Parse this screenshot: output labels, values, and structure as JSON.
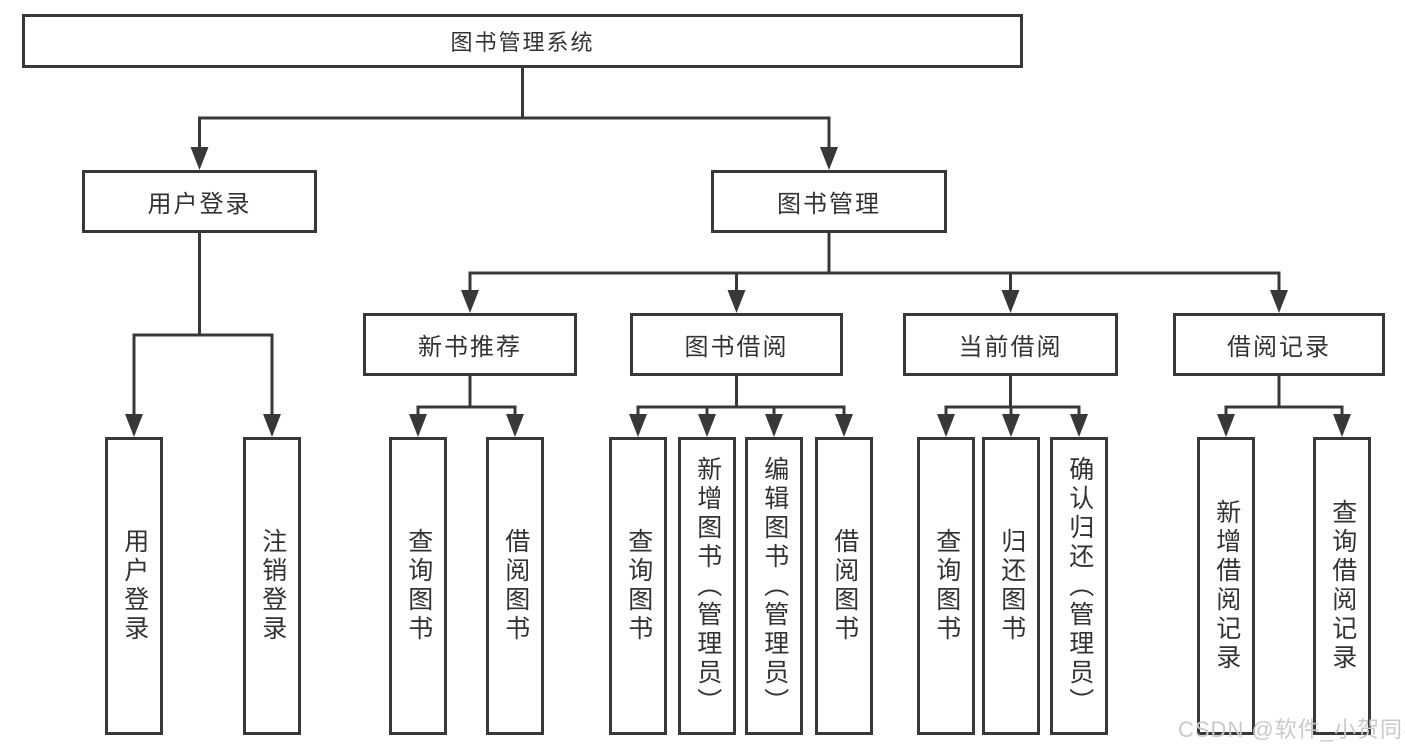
{
  "tree": {
    "label": "图书管理系统",
    "children": [
      {
        "label": "用户登录",
        "children": [
          {
            "label": "用户登录"
          },
          {
            "label": "注销登录"
          }
        ]
      },
      {
        "label": "图书管理",
        "children": [
          {
            "label": "新书推荐",
            "children": [
              {
                "label": "查询图书"
              },
              {
                "label": "借阅图书"
              }
            ]
          },
          {
            "label": "图书借阅",
            "children": [
              {
                "label": "查询图书"
              },
              {
                "label": "新增图书（管理员）"
              },
              {
                "label": "编辑图书（管理员）"
              },
              {
                "label": "借阅图书"
              }
            ]
          },
          {
            "label": "当前借阅",
            "children": [
              {
                "label": "查询图书"
              },
              {
                "label": "归还图书"
              },
              {
                "label": "确认归还（管理员）"
              }
            ]
          },
          {
            "label": "借阅记录",
            "children": [
              {
                "label": "新增借阅记录"
              },
              {
                "label": "查询借阅记录"
              }
            ]
          }
        ]
      }
    ]
  },
  "watermark": {
    "text": "CSDN @软件_小贺同学"
  },
  "colors": {
    "line": "#383838",
    "box_border": "#383838",
    "box_fill": "#ffffff",
    "text": "#333333",
    "watermark": "#c9c9c9"
  }
}
